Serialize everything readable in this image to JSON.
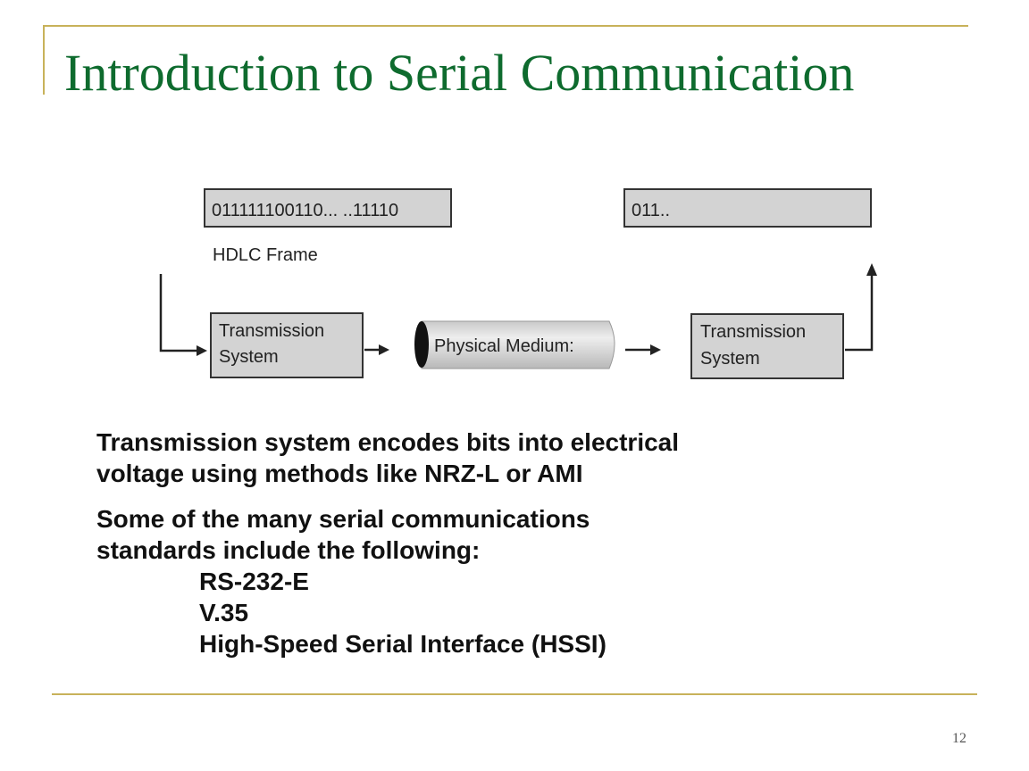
{
  "slide": {
    "title": "Introduction to Serial Communication",
    "page_number": "12"
  },
  "diagram": {
    "sender_bits": "011111100110... ..11110",
    "frame_label": "HDLC Frame",
    "sender_box": [
      "Transmission",
      "System"
    ],
    "medium_label": "Physical Medium:",
    "receiver_box": [
      "Transmission",
      "System"
    ],
    "receiver_bits": "011.."
  },
  "body": {
    "paragraph1": [
      "Transmission system encodes bits into electrical",
      "voltage using methods like NRZ-L or AMI"
    ],
    "paragraph2": [
      "Some of the many serial communications",
      "standards include the following:"
    ],
    "standards": [
      "RS-232-E",
      "V.35",
      "High-Speed Serial Interface (HSSI)"
    ]
  },
  "colors": {
    "title": "#0e6b2e",
    "rule": "#c8b25a",
    "box_fill": "#d3d3d3",
    "text": "#111111"
  }
}
